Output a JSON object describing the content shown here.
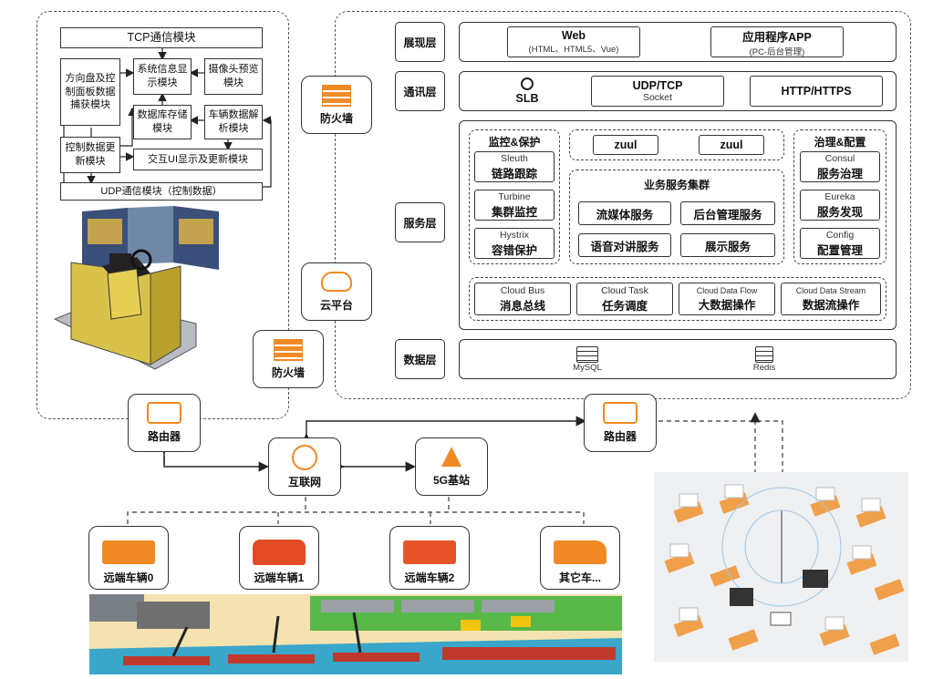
{
  "left_panel": {
    "tcp": "TCP通信模块",
    "steering": "方向盘及控制面板数据捕获模块",
    "sysinfo": "系统信息显示模块",
    "camera": "摄像头预览模块",
    "database": "数据库存储模块",
    "vehicle_parse": "车辆数据解析模块",
    "control_update": "控制数据更新模块",
    "interact_ui": "交互UI显示及更新模块",
    "udp": "UDP通信模块（控制数据）"
  },
  "badges": {
    "firewall_top": "防火墙",
    "cloud": "云平台",
    "firewall_bottom": "防火墙",
    "router_left": "路由器",
    "router_right": "路由器",
    "internet": "互联网",
    "base5g": "5G基站"
  },
  "layers": {
    "presentation": "展现层",
    "communication": "通讯层",
    "service": "服务层",
    "data": "数据层"
  },
  "presentation": {
    "web_title": "Web",
    "web_sub": "(HTML、HTML5、Vue)",
    "app_title": "应用程序APP",
    "app_sub": "(PC-后台管理)"
  },
  "communication": {
    "slb": "SLB",
    "udptcp_title": "UDP/TCP",
    "udptcp_sub": "Socket",
    "http": "HTTP/HTTPS"
  },
  "service": {
    "monitor_title": "监控&保护",
    "sleuth_en": "Sleuth",
    "sleuth_cn": "链路跟踪",
    "turbine_en": "Turbine",
    "turbine_cn": "集群监控",
    "hystrix_en": "Hystrix",
    "hystrix_cn": "容错保护",
    "zuul1": "zuul",
    "zuul2": "zuul",
    "cluster_title": "业务服务集群",
    "stream_media": "流媒体服务",
    "backend_mgmt": "后台管理服务",
    "voice": "语音对讲服务",
    "display": "展示服务",
    "gov_title": "治理&配置",
    "consul_en": "Consul",
    "consul_cn": "服务治理",
    "eureka_en": "Eureka",
    "eureka_cn": "服务发现",
    "config_en": "Config",
    "config_cn": "配置管理",
    "bus_en": "Cloud Bus",
    "bus_cn": "消息总线",
    "task_en": "Cloud Task",
    "task_cn": "任务调度",
    "flow_en": "Cloud Data Flow",
    "flow_cn": "大数据操作",
    "dstream_en": "Cloud Data Stream",
    "dstream_cn": "数据流操作"
  },
  "data_layer": {
    "mysql": "MySQL",
    "redis": "Redis"
  },
  "vehicles": {
    "v0": "远端车辆0",
    "v1": "远端车辆1",
    "v2": "远端车辆2",
    "other": "其它车..."
  },
  "colors": {
    "accent": "#f08a24",
    "line": "#333333",
    "water": "#3aa6c9",
    "grass": "#58b849",
    "sand": "#f4e3b0"
  }
}
